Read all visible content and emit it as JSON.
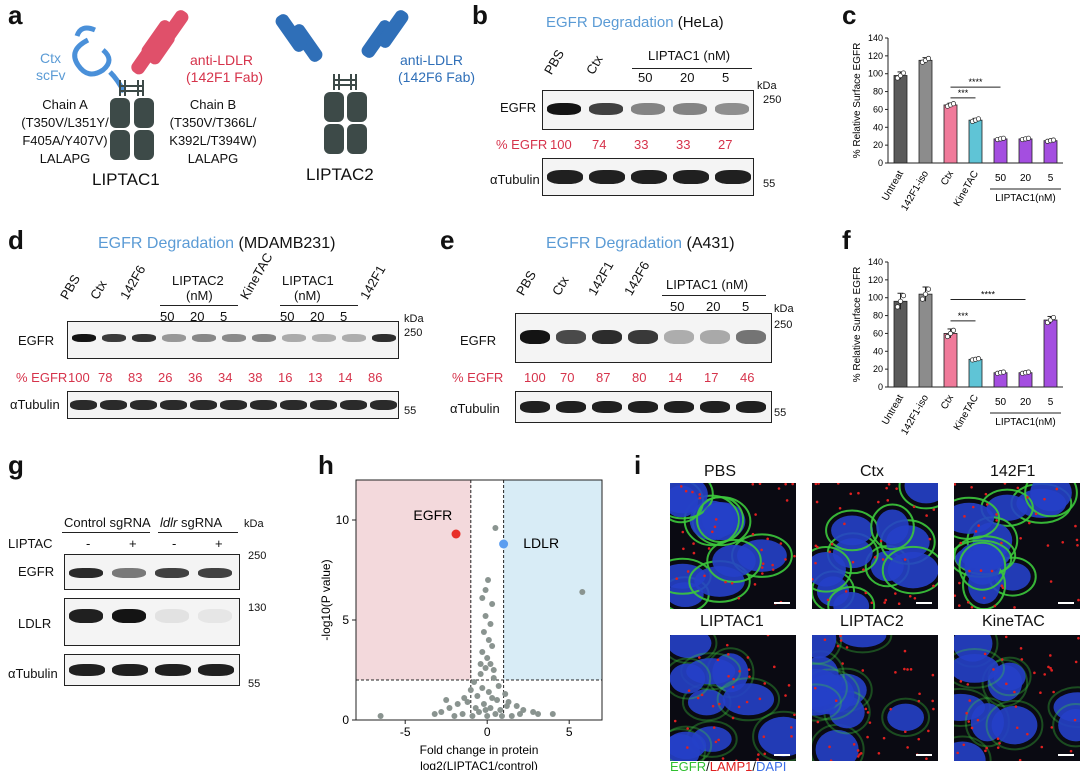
{
  "panels": {
    "a": {
      "label": "a",
      "ctx": "Ctx",
      "scfv": "scFv",
      "anti_ldlr_1": "anti-LDLR",
      "fab_1": "(142F1 Fab)",
      "anti_ldlr_2": "anti-LDLR",
      "fab_2": "(142F6 Fab)",
      "chainA": [
        "Chain A",
        "(T350V/L351Y/",
        "F405A/Y407V)",
        "LALAPG"
      ],
      "chainB": [
        "Chain B",
        "(T350V/T366L/",
        "K392L/T394W)",
        "LALAPG"
      ],
      "liptac1": "LIPTAC1",
      "liptac2": "LIPTAC2",
      "colors": {
        "blue": "#4a90d9",
        "red": "#e0506a",
        "dblue": "#2f6fb8",
        "gray": "#3d4a48"
      }
    },
    "b": {
      "label": "b",
      "title_colored": "EGFR Degradation",
      "title_cell": "(HeLa)",
      "group": "LIPTAC1 (nM)",
      "lanes": [
        "PBS",
        "Ctx",
        "50",
        "20",
        "5"
      ],
      "row1": "EGFR",
      "row2": "% EGFR",
      "row3": "αTubulin",
      "pct": [
        "100",
        "74",
        "33",
        "33",
        "27"
      ],
      "kda": "kDa",
      "kda1": "250",
      "kda2": "55"
    },
    "d": {
      "label": "d",
      "title_colored": "EGFR Degradation",
      "title_cell": "(MDAMB231)",
      "lanes": [
        "PBS",
        "Ctx",
        "142F6",
        "50",
        "20",
        "5",
        "KineTAC",
        "50",
        "20",
        "5",
        "142F1"
      ],
      "group1": "LIPTAC2",
      "group1b": "(nM)",
      "group2": "LIPTAC1",
      "group2b": "(nM)",
      "row1": "EGFR",
      "row2": "% EGFR",
      "row3": "αTubulin",
      "pct": [
        "100",
        "78",
        "83",
        "26",
        "36",
        "34",
        "38",
        "16",
        "13",
        "14",
        "86"
      ],
      "kda": "kDa",
      "kda1": "250",
      "kda2": "55"
    },
    "e": {
      "label": "e",
      "title_colored": "EGFR Degradation",
      "title_cell": "(A431)",
      "lanes": [
        "PBS",
        "Ctx",
        "142F1",
        "142F6",
        "50",
        "20",
        "5"
      ],
      "group": "LIPTAC1 (nM)",
      "row1": "EGFR",
      "row2": "% EGFR",
      "row3": "αTubulin",
      "pct": [
        "100",
        "70",
        "87",
        "80",
        "14",
        "17",
        "46"
      ],
      "kda": "kDa",
      "kda1": "250",
      "kda2": "55"
    },
    "g": {
      "label": "g",
      "group1": "Control sgRNA",
      "group2_italic": "ldlr",
      "group2": "sgRNA",
      "liptac": "LIPTAC",
      "signs": [
        "-",
        "+",
        "-",
        "+"
      ],
      "rows": [
        "EGFR",
        "LDLR",
        "αTubulin"
      ],
      "kda": "kDa",
      "kda_vals": [
        "250",
        "130",
        "55"
      ]
    },
    "h": {
      "label": "h",
      "ylabel": "-log10(P value)",
      "xlabel1": "Fold change in protein",
      "xlabel2": "log2(LIPTAC1/control)",
      "egfr": "EGFR",
      "ldlr": "LDLR"
    },
    "i": {
      "label": "i",
      "titles": [
        "PBS",
        "Ctx",
        "142F1",
        "LIPTAC1",
        "LIPTAC2",
        "KineTAC"
      ],
      "legend": {
        "egfr": "EGFR",
        "sep1": "/",
        "lamp": "LAMP1",
        "sep2": "/",
        "dapi": "DAPI"
      }
    },
    "c": {
      "label": "c"
    },
    "f": {
      "label": "f"
    }
  },
  "chart_data": [
    {
      "panel": "c",
      "type": "bar",
      "ylabel": "% Relative Surface EGFR",
      "ylim": [
        0,
        140
      ],
      "yticks": [
        0,
        20,
        40,
        60,
        80,
        100,
        120,
        140
      ],
      "categories": [
        "Untreat",
        "142F1-iso",
        "Ctx",
        "KineTAC",
        "50",
        "20",
        "5"
      ],
      "group_label": "LIPTAC1(nM)",
      "values": [
        98,
        115,
        65,
        48,
        27,
        27,
        25
      ],
      "errors": [
        4,
        3,
        2,
        2,
        1,
        1,
        1
      ],
      "colors": [
        "#5a5a5a",
        "#8c8c8c",
        "#f07a9a",
        "#5fc4d6",
        "#a44ee0",
        "#a44ee0",
        "#a44ee0"
      ],
      "sig": [
        "****",
        "***"
      ]
    },
    {
      "panel": "f",
      "type": "bar",
      "ylabel": "% Relative Surface EGFR",
      "ylim": [
        0,
        140
      ],
      "yticks": [
        0,
        20,
        40,
        60,
        80,
        100,
        120,
        140
      ],
      "categories": [
        "Untreat",
        "142F1-iso",
        "Ctx",
        "KineTAC",
        "50",
        "20",
        "5"
      ],
      "group_label": "LIPTAC1(nM)",
      "values": [
        96,
        104,
        60,
        31,
        16,
        16,
        75
      ],
      "errors": [
        9,
        8,
        5,
        1,
        1,
        1,
        4
      ],
      "colors": [
        "#5a5a5a",
        "#8c8c8c",
        "#f07a9a",
        "#5fc4d6",
        "#a44ee0",
        "#a44ee0",
        "#a44ee0"
      ],
      "sig": [
        "****",
        "***"
      ]
    },
    {
      "panel": "h",
      "type": "scatter",
      "xlim": [
        -8,
        7
      ],
      "ylim": [
        0,
        12
      ],
      "xticks": [
        -5,
        0,
        5
      ],
      "yticks": [
        0,
        5,
        10
      ],
      "xthresh": [
        -1,
        1
      ],
      "ythresh": 2,
      "highlight": [
        {
          "name": "EGFR",
          "x": -1.9,
          "y": 9.3,
          "color": "#e8302a"
        },
        {
          "name": "LDLR",
          "x": 1.0,
          "y": 8.8,
          "color": "#5b9ef0"
        }
      ],
      "points": [
        [
          0.5,
          9.6
        ],
        [
          5.8,
          6.4
        ],
        [
          -0.1,
          6.5
        ],
        [
          -0.3,
          6.1
        ],
        [
          0.3,
          5.8
        ],
        [
          -0.1,
          5.2
        ],
        [
          0.2,
          4.8
        ],
        [
          -0.2,
          4.4
        ],
        [
          0.1,
          4.0
        ],
        [
          0.3,
          3.7
        ],
        [
          -0.3,
          3.4
        ],
        [
          0.0,
          3.1
        ],
        [
          0.2,
          2.8
        ],
        [
          -0.1,
          2.6
        ],
        [
          -0.4,
          2.3
        ],
        [
          0.4,
          2.1
        ],
        [
          -0.8,
          1.9
        ],
        [
          0.7,
          1.7
        ],
        [
          -1.0,
          1.5
        ],
        [
          1.1,
          1.3
        ],
        [
          -1.4,
          1.1
        ],
        [
          1.3,
          0.9
        ],
        [
          -1.8,
          0.8
        ],
        [
          1.8,
          0.7
        ],
        [
          -2.3,
          0.6
        ],
        [
          2.2,
          0.5
        ],
        [
          -2.8,
          0.4
        ],
        [
          2.8,
          0.4
        ],
        [
          -3.2,
          0.3
        ],
        [
          3.1,
          0.3
        ],
        [
          4.0,
          0.3
        ],
        [
          -6.5,
          0.2
        ],
        [
          -0.6,
          1.2
        ],
        [
          0.6,
          1.0
        ],
        [
          -0.2,
          0.8
        ],
        [
          0.2,
          0.6
        ],
        [
          -0.5,
          0.4
        ],
        [
          0.5,
          0.3
        ],
        [
          -0.9,
          0.2
        ],
        [
          0.9,
          0.2
        ],
        [
          -1.5,
          0.3
        ],
        [
          1.5,
          0.2
        ],
        [
          -0.3,
          1.6
        ],
        [
          0.1,
          1.4
        ],
        [
          0.3,
          1.1
        ],
        [
          -0.1,
          0.5
        ],
        [
          0.0,
          0.2
        ],
        [
          -0.7,
          0.6
        ],
        [
          0.8,
          0.5
        ],
        [
          -1.2,
          0.9
        ],
        [
          1.2,
          0.7
        ],
        [
          -2.0,
          0.2
        ],
        [
          2.0,
          0.3
        ],
        [
          -0.4,
          2.8
        ],
        [
          0.4,
          2.5
        ],
        [
          -2.5,
          1.0
        ],
        [
          0.05,
          7.0
        ]
      ]
    }
  ]
}
